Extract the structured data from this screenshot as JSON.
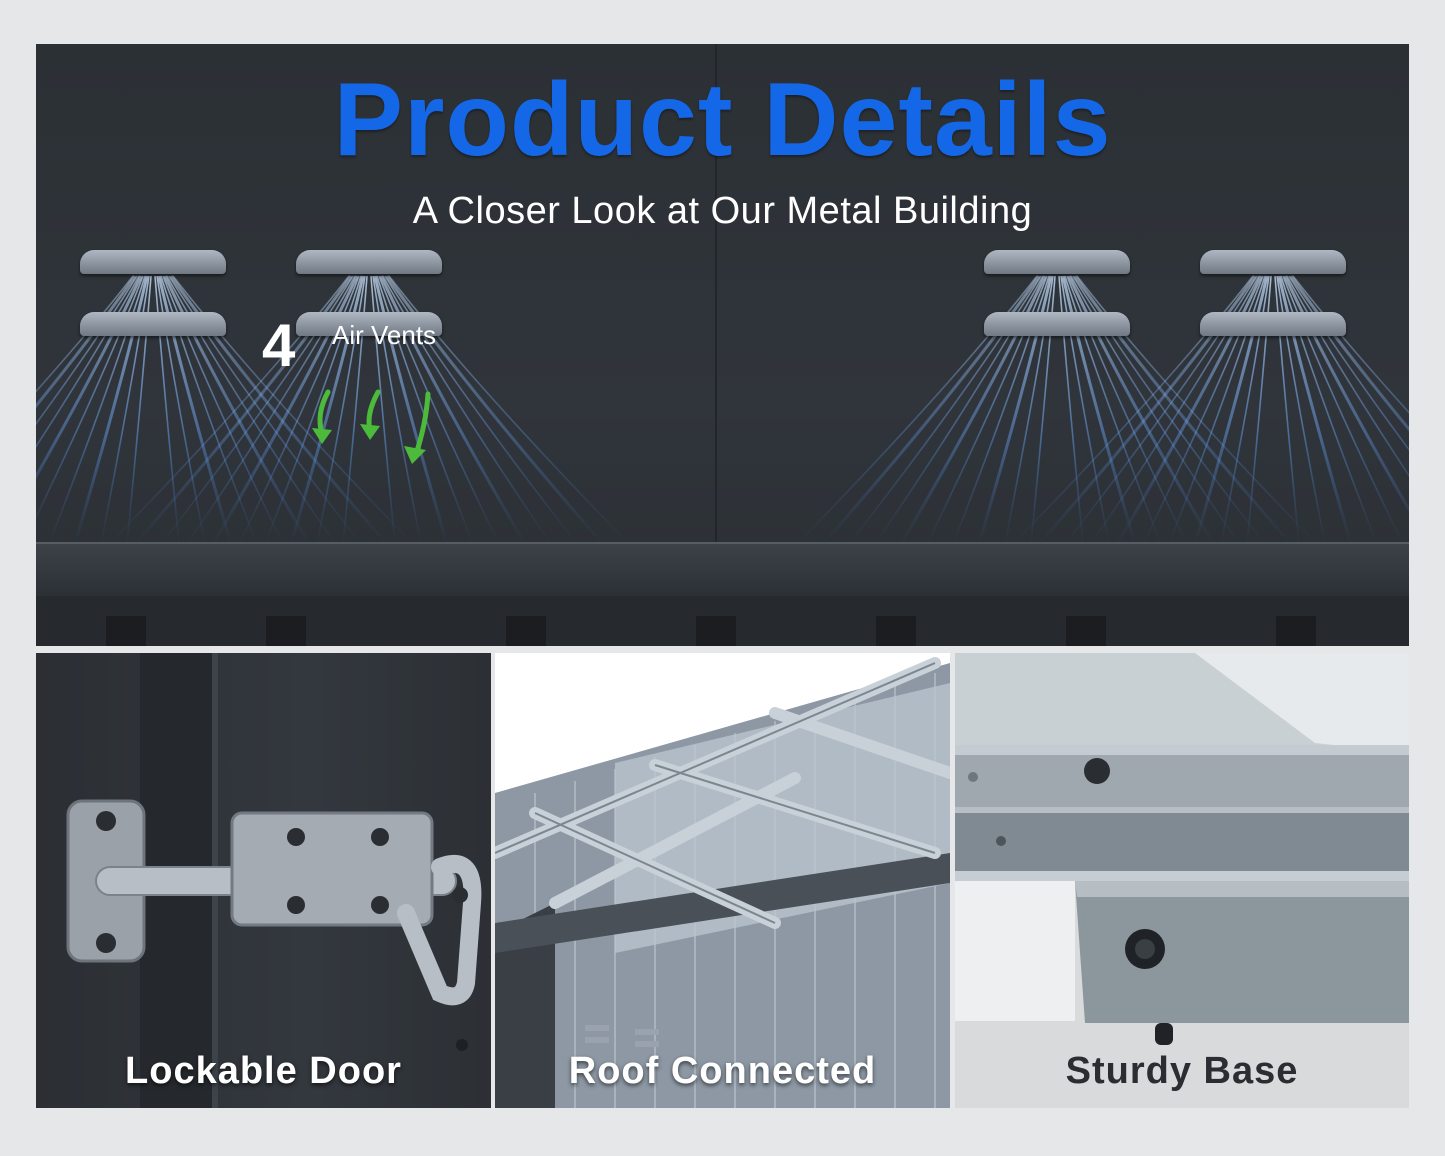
{
  "hero": {
    "title": "Product Details",
    "subtitle": "A Closer Look at Our Metal Building",
    "vents_number": "4",
    "vents_text": "Air Vents"
  },
  "tiles": [
    {
      "label": "Lockable Door"
    },
    {
      "label": "Roof Connected"
    },
    {
      "label": "Sturdy Base"
    }
  ],
  "colors": {
    "title_blue": "#1468e8",
    "background": "#e6e7e9",
    "shed_dark": "#2f3439",
    "airflow_blue": "#8fc3ff",
    "arrow_green": "#4cbb3c"
  }
}
